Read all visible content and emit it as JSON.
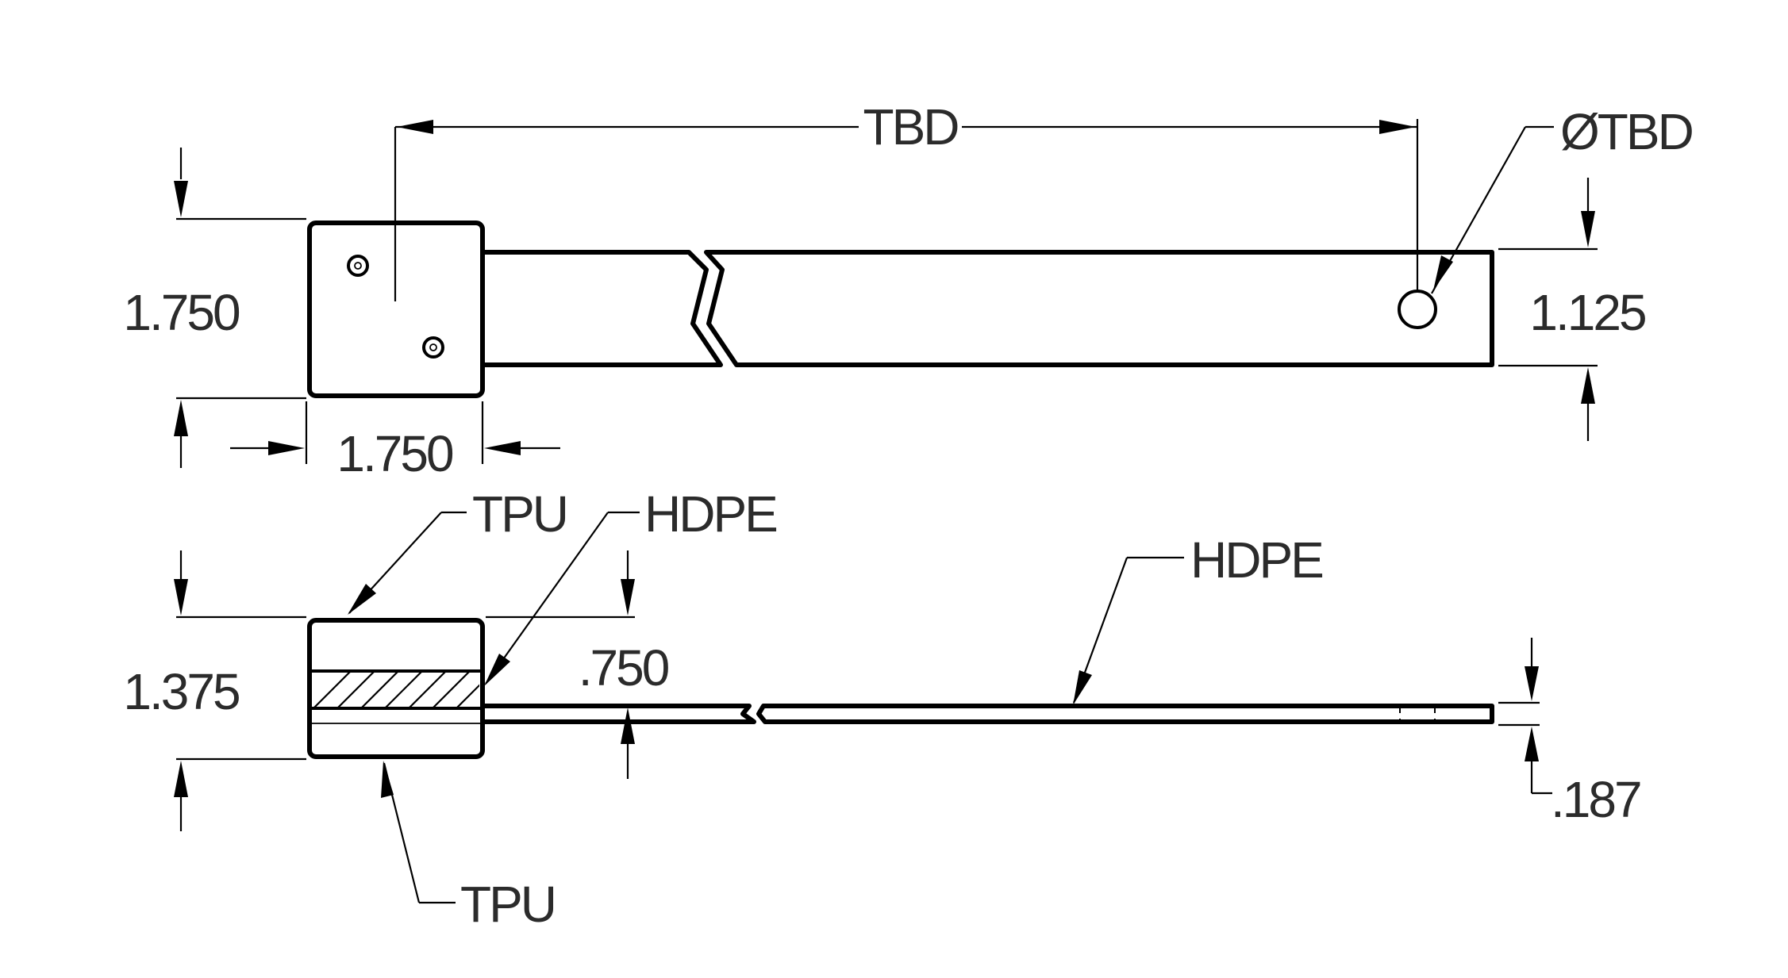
{
  "top_view": {
    "length_dim": "TBD",
    "hole_diameter": "ØTBD",
    "block_height": "1.750",
    "block_width": "1.750",
    "bar_width": "1.125"
  },
  "side_view": {
    "block_height": "1.375",
    "layer_thickness": ".750",
    "bar_thickness": ".187",
    "callout_tpu_top": "TPU",
    "callout_hdpe_block": "HDPE",
    "callout_hdpe_bar": "HDPE",
    "callout_tpu_bottom": "TPU"
  }
}
